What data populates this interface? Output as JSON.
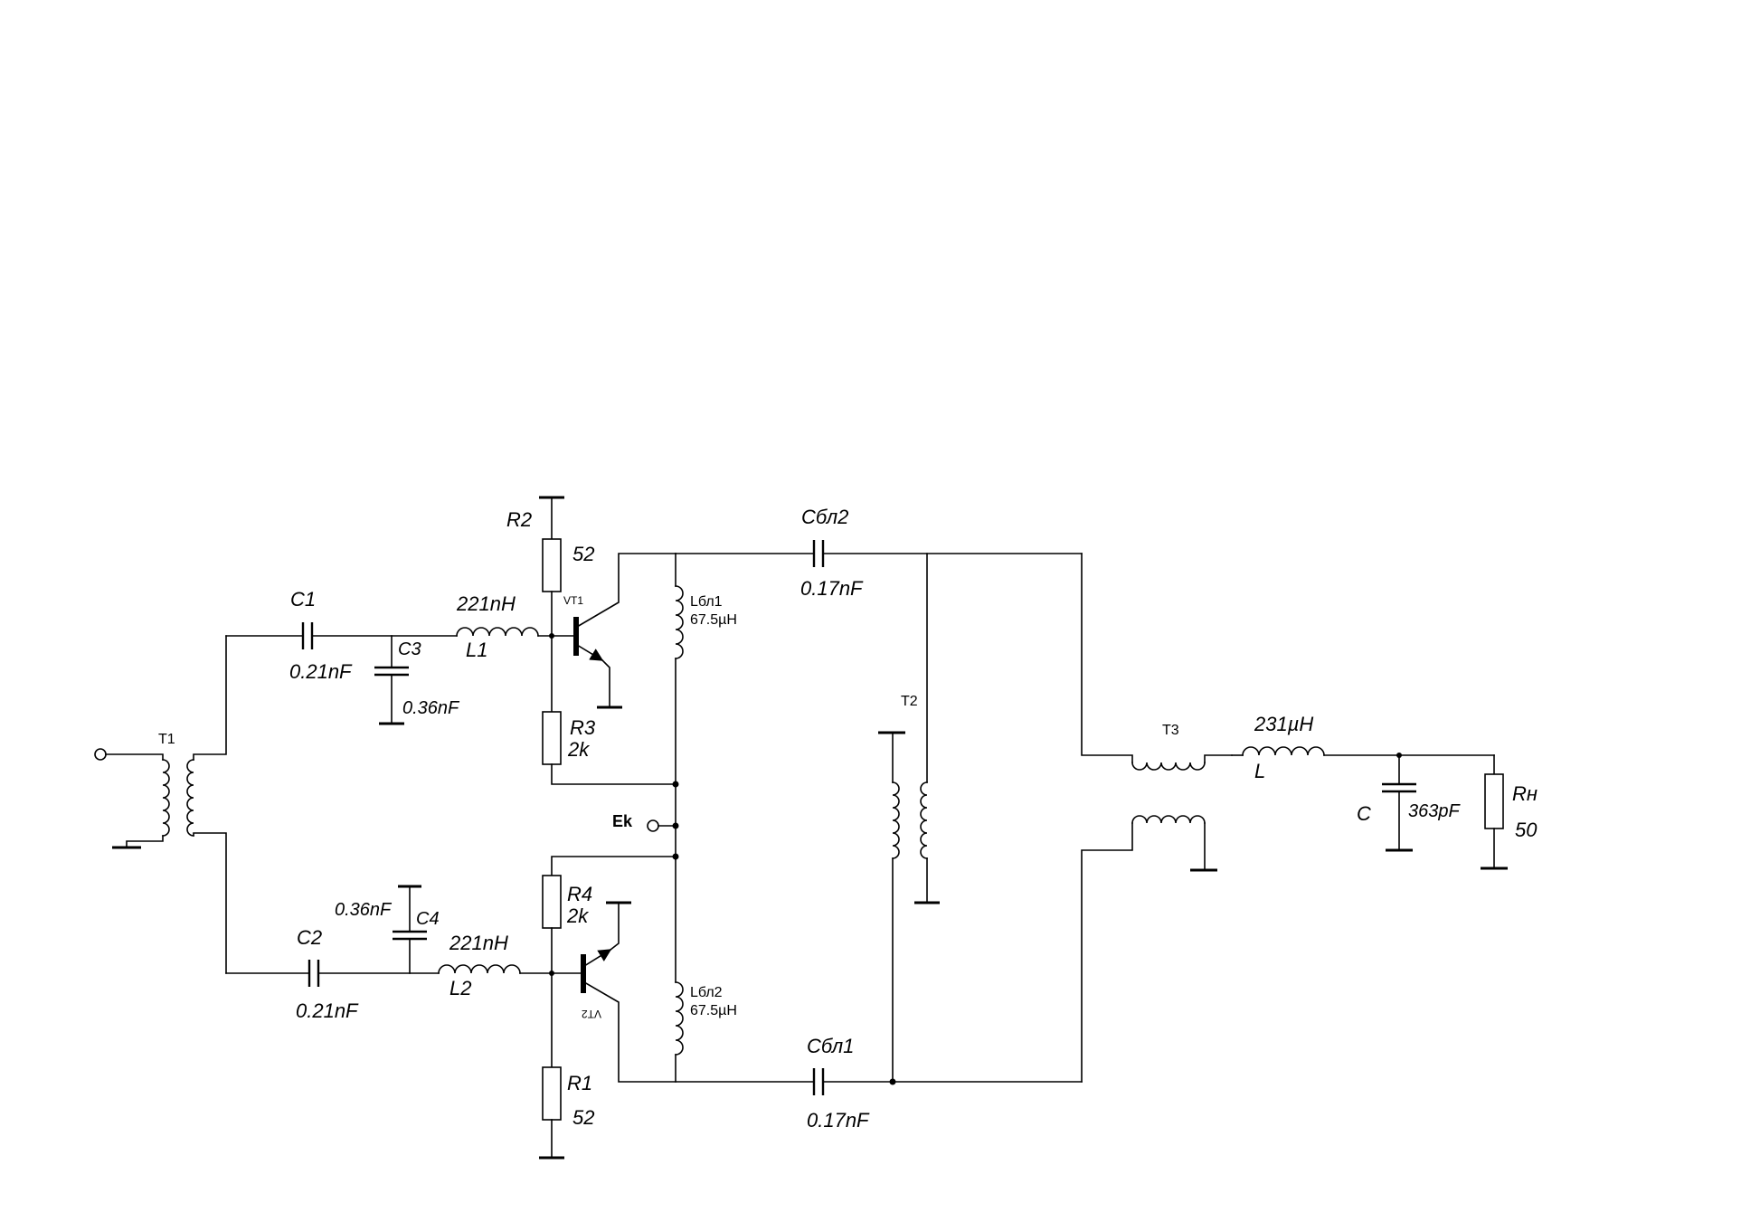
{
  "transformers": {
    "t1": "T1",
    "t2": "T2",
    "t3": "T3"
  },
  "c1": {
    "name": "C1",
    "value": "0.21nF"
  },
  "c2": {
    "name": "C2",
    "value": "0.21nF"
  },
  "c3": {
    "name": "C3",
    "value": "0.36nF"
  },
  "c4": {
    "name": "C4",
    "value": "0.36nF"
  },
  "l1": {
    "name": "L1",
    "value": "221nH"
  },
  "l2": {
    "name": "L2",
    "value": "221nH"
  },
  "r1": {
    "name": "R1",
    "value": "52"
  },
  "r2": {
    "name": "R2",
    "value": "52"
  },
  "r3": {
    "name": "R3",
    "value": "2k"
  },
  "r4": {
    "name": "R4",
    "value": "2k"
  },
  "vt1": "VT1",
  "vt2": "VT2",
  "lbl1": {
    "name": "Lбл1",
    "value": "67.5µH"
  },
  "lbl2": {
    "name": "Lбл2",
    "value": "67.5µH"
  },
  "cbl1": {
    "name": "Cбл1",
    "value": "0.17nF"
  },
  "cbl2": {
    "name": "Cбл2",
    "value": "0.17nF"
  },
  "ek": "Ek",
  "out_l": {
    "name": "L",
    "value": "231µH"
  },
  "out_c": {
    "name": "C",
    "value": "363pF"
  },
  "rn": {
    "name": "Rн",
    "value": "50"
  }
}
